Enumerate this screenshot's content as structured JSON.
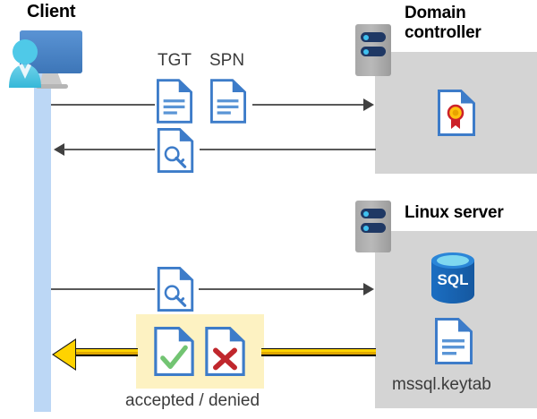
{
  "diagram": {
    "type": "sequence-diagram",
    "title_nodes": {
      "client": "Client",
      "domain_controller": "Domain\ncontroller",
      "linux_server": "Linux server"
    },
    "colors": {
      "lifeline": "#bcd7f5",
      "panel": "#d4d4d4",
      "highlight": "#fdf2c2",
      "gold_arrow": "#ffd300",
      "line": "#595959",
      "doc_blue": "#3d7cc9",
      "sql_blue": "#1b6ec2",
      "check_green": "#72c472",
      "cross_red": "#c0272d",
      "seal_red": "#cc2229",
      "seal_gold": "#ffc20e"
    }
  },
  "labels": {
    "tgt": "TGT",
    "spn": "SPN",
    "keytab": "mssql.keytab",
    "accepted_denied": "accepted / denied"
  },
  "icons": {
    "client": "client-workstation-icon",
    "dc_rack": "server-rack-icon",
    "linux_rack": "server-rack-icon",
    "tgt_doc": "document-icon",
    "spn_doc": "document-icon",
    "key_doc_1": "document-key-icon",
    "key_doc_2": "document-key-icon",
    "certificate": "certificate-document-icon",
    "sql_db": "sql-database-icon",
    "keytab_doc": "document-icon",
    "accepted_doc": "document-check-icon",
    "denied_doc": "document-cross-icon"
  },
  "flows": [
    {
      "id": "flow-1",
      "direction": "right",
      "from": "client",
      "to": "domain-controller",
      "carries": [
        "TGT",
        "SPN"
      ]
    },
    {
      "id": "flow-2",
      "direction": "left",
      "from": "domain-controller",
      "to": "client",
      "carries": [
        "service-ticket"
      ]
    },
    {
      "id": "flow-3",
      "direction": "right",
      "from": "client",
      "to": "linux-server",
      "carries": [
        "service-ticket"
      ]
    },
    {
      "id": "flow-4",
      "direction": "left",
      "from": "linux-server",
      "to": "client",
      "carries": [
        "accepted / denied"
      ],
      "style": "gold"
    }
  ]
}
